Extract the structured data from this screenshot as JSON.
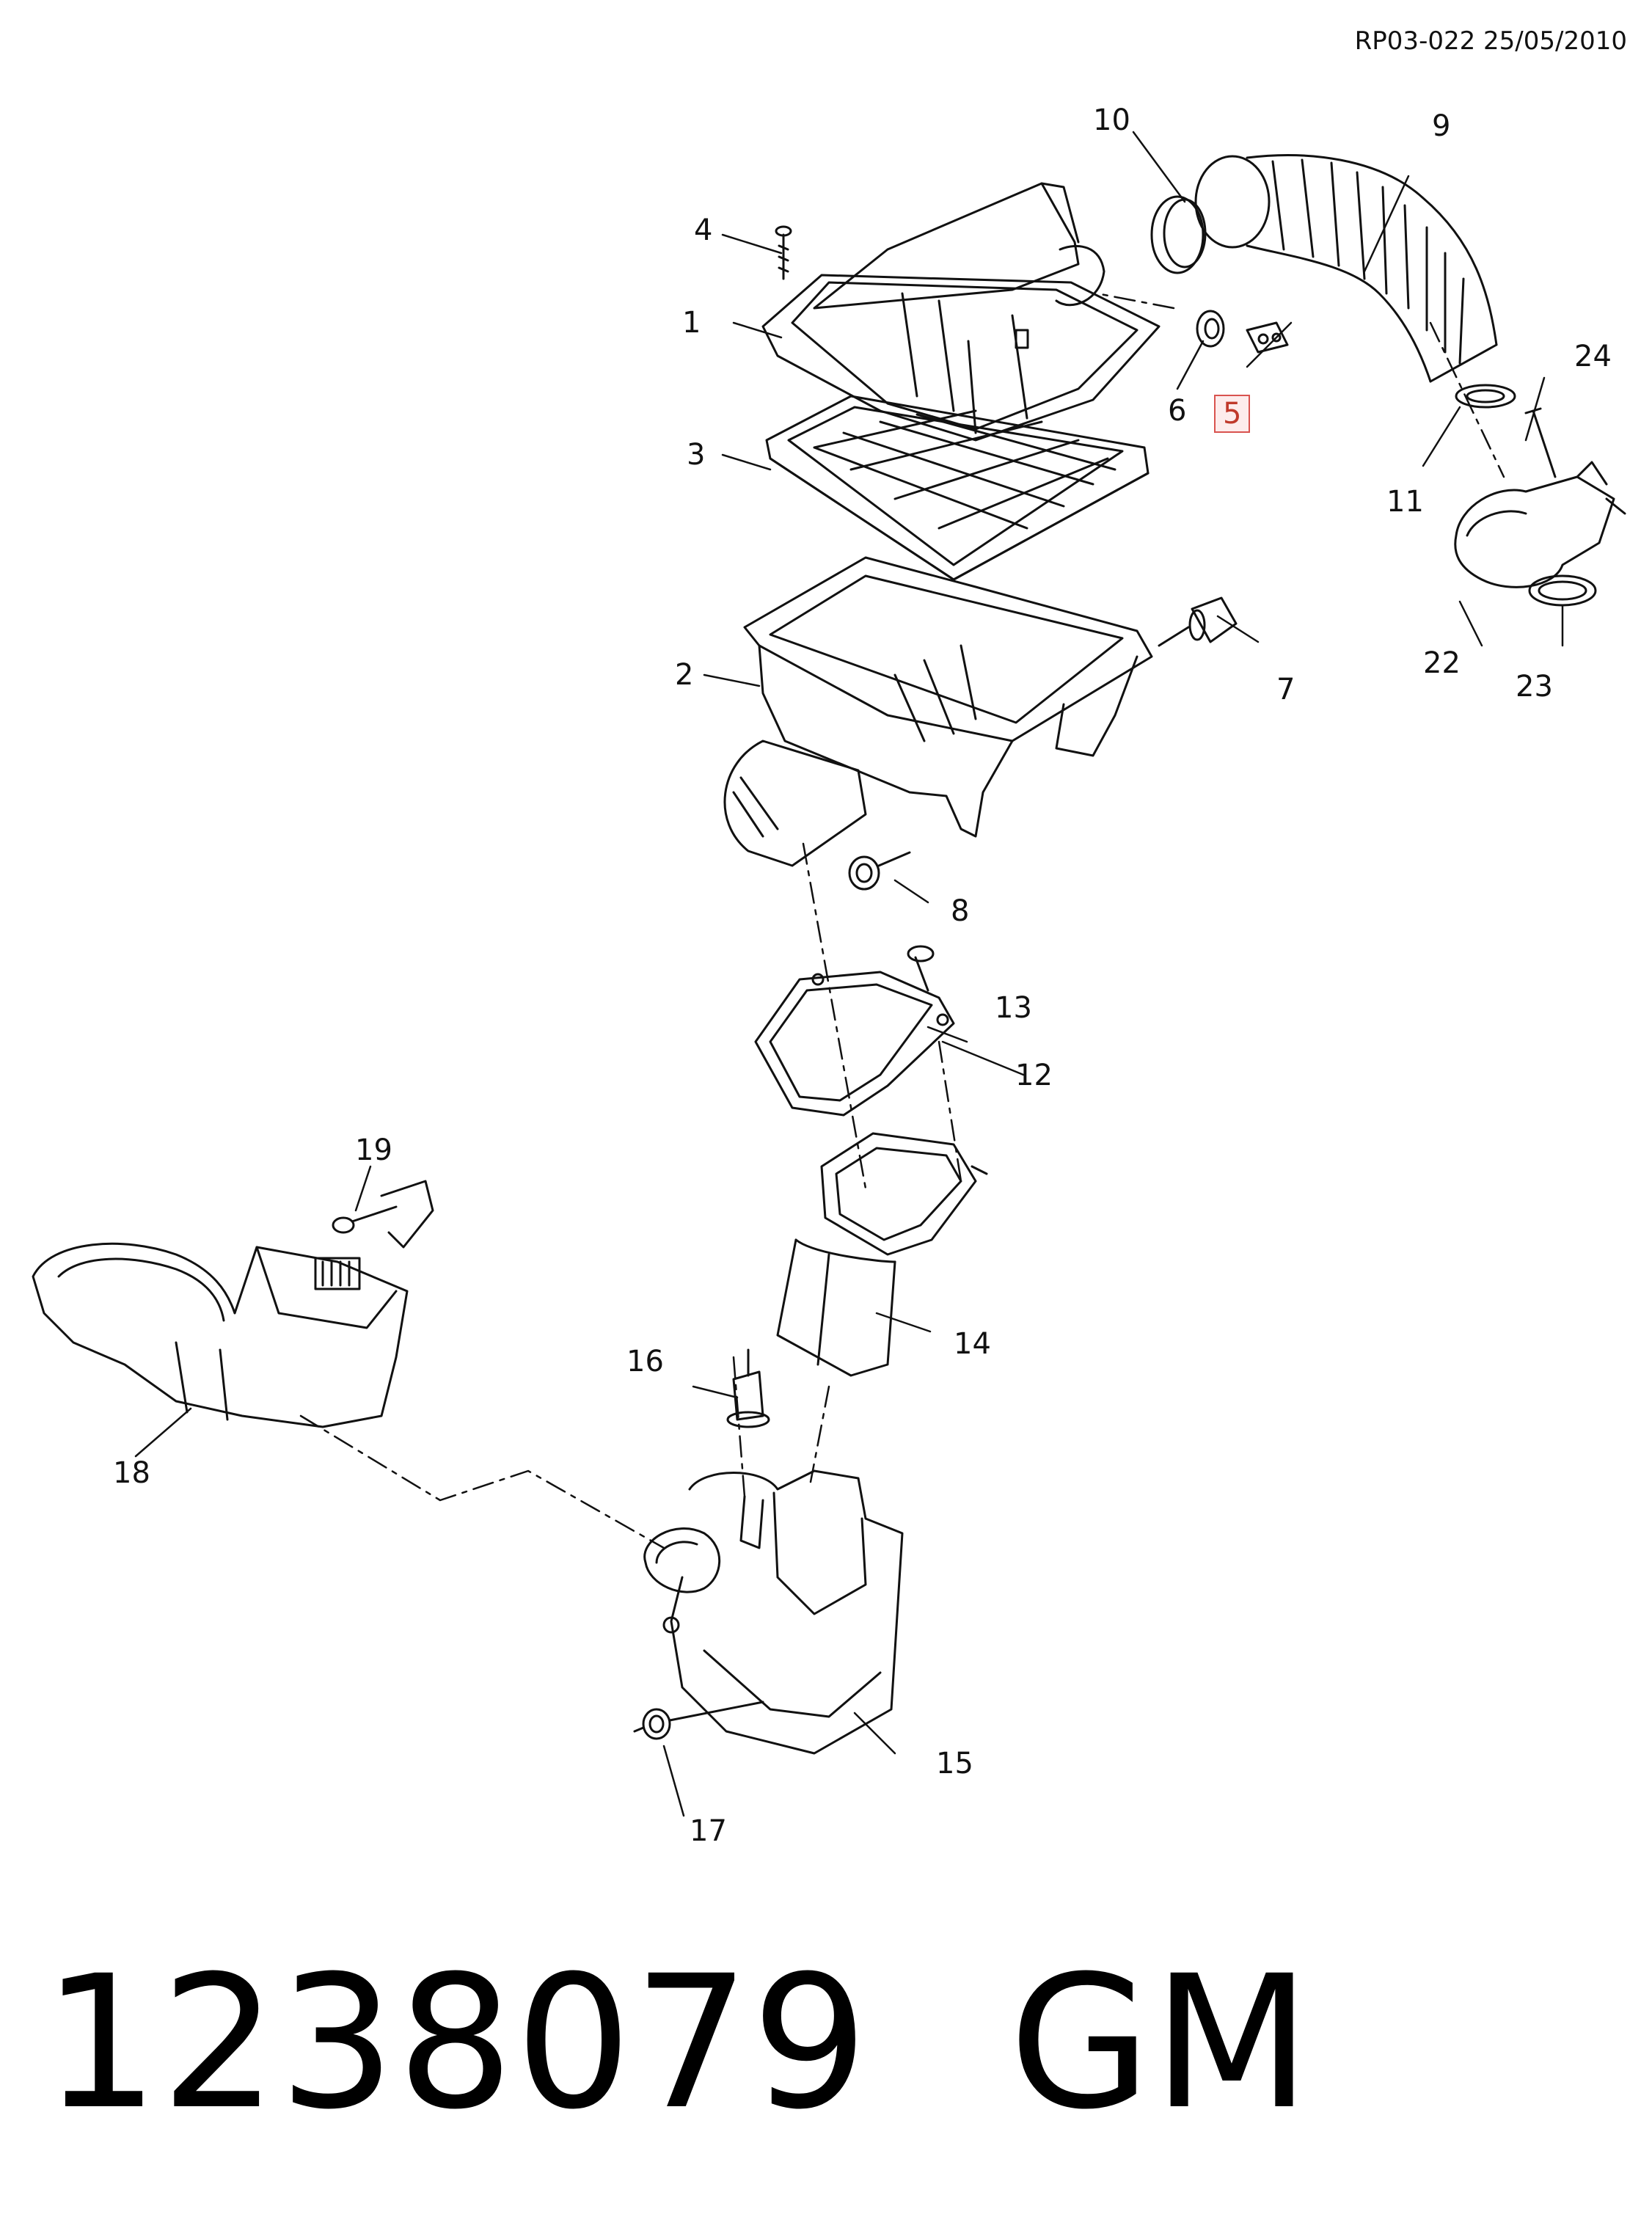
{
  "document_ref": "RP03-022 25/05/2010",
  "callouts": {
    "c1": "1",
    "c2": "2",
    "c3": "3",
    "c4": "4",
    "c5": "5",
    "c6": "6",
    "c7": "7",
    "c8": "8",
    "c9": "9",
    "c10": "10",
    "c11": "11",
    "c12": "12",
    "c13": "13",
    "c14": "14",
    "c15": "15",
    "c16": "16",
    "c17": "17",
    "c18": "18",
    "c19": "19",
    "c22": "22",
    "c23": "23",
    "c24": "24"
  },
  "highlighted_callout": "5",
  "banner": {
    "part_number": "1238079",
    "brand": "GM"
  },
  "colors": {
    "line": "#111111",
    "highlight_border": "#d9534f",
    "highlight_fill": "#fdecec"
  }
}
